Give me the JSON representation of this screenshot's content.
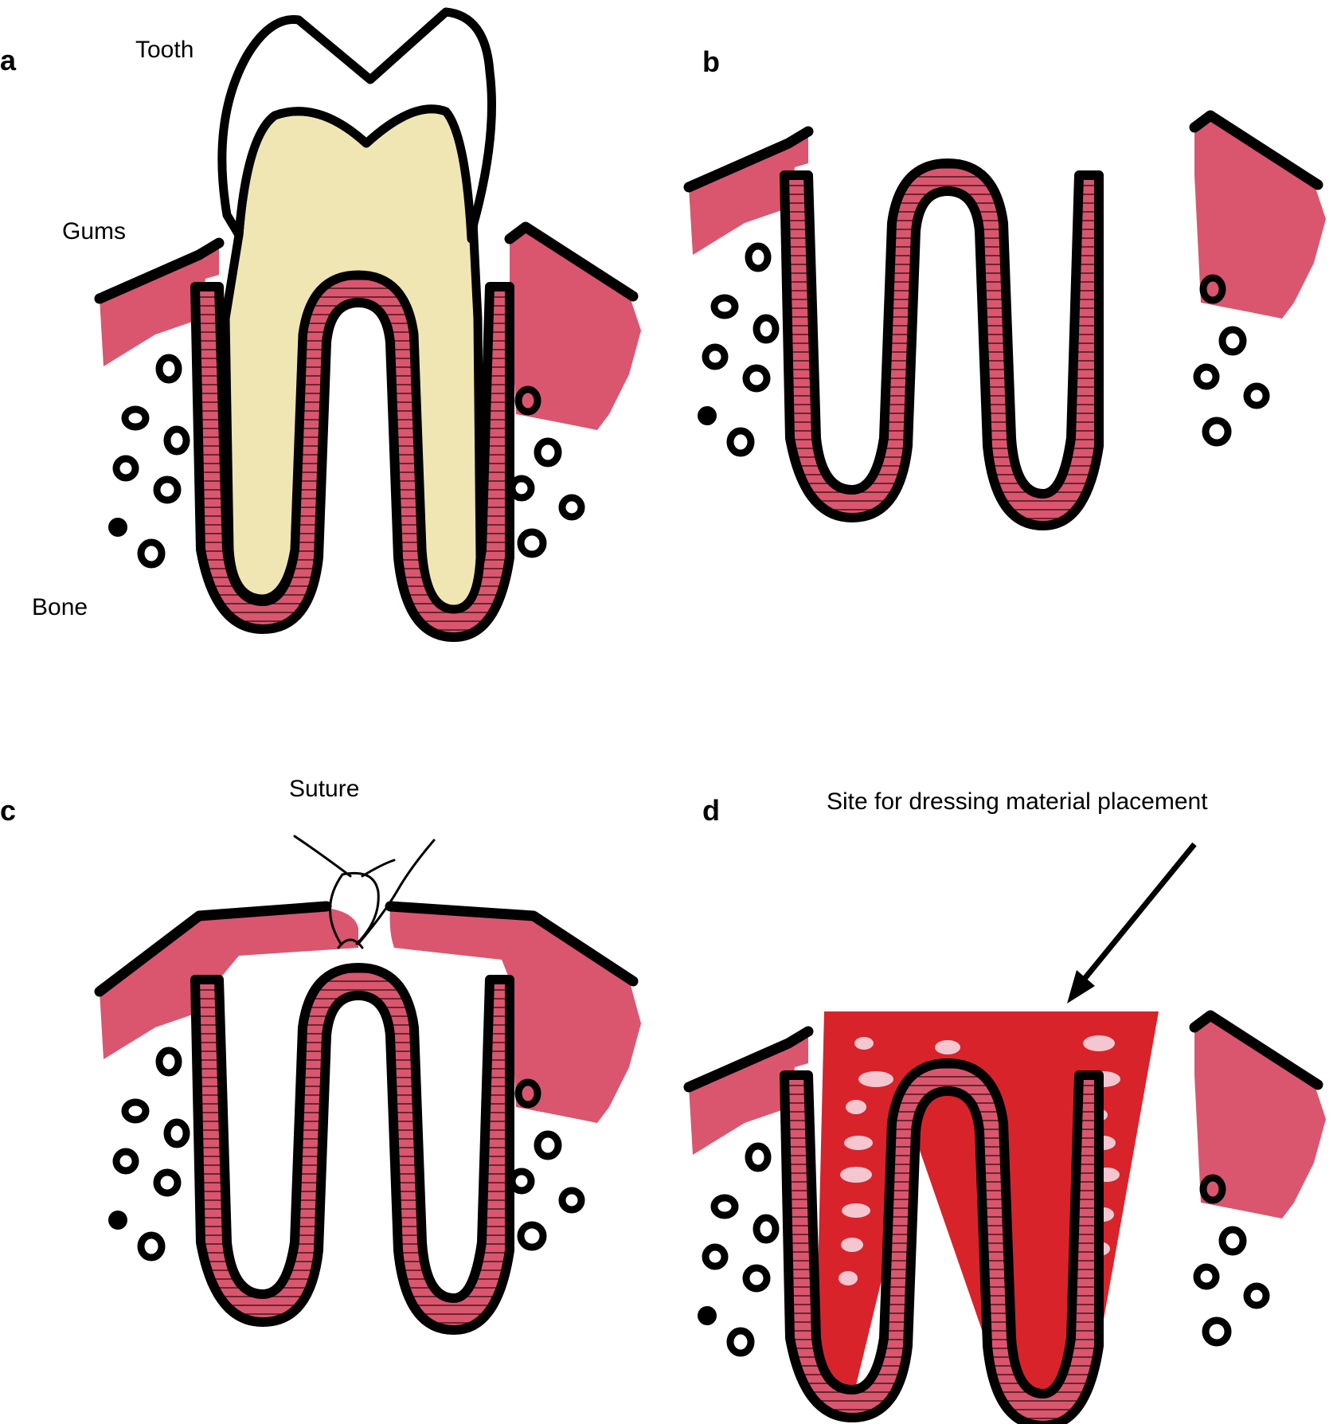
{
  "colors": {
    "gum": "#d9566e",
    "gum_light": "#e36b80",
    "tooth_root": "#f0e6b4",
    "dressing": "#d8232a",
    "dressing_spot": "#f4c6cf",
    "outline": "#000000"
  },
  "panels": {
    "a": {
      "letter": "a",
      "labels": {
        "tooth": "Tooth",
        "gums": "Gums",
        "bone": "Bone"
      }
    },
    "b": {
      "letter": "b"
    },
    "c": {
      "letter": "c",
      "labels": {
        "suture": "Suture"
      }
    },
    "d": {
      "letter": "d",
      "labels": {
        "dressing_site": "Site for dressing material placement"
      }
    }
  }
}
